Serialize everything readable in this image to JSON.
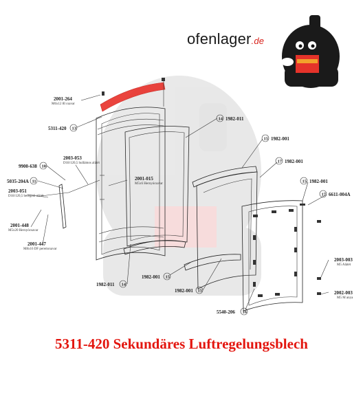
{
  "logo": {
    "name": "ofenlager",
    "suffix": ".de"
  },
  "caption": "5311-420 Sekundäres Luftregelungsblech",
  "parts": [
    {
      "code": "2001-264",
      "desc": "M6x12 8I csavar"
    },
    {
      "code": "5311-420",
      "callout": "13"
    },
    {
      "code": "9900-638",
      "callout": "10"
    },
    {
      "code": "5035-204A",
      "callout": "11"
    },
    {
      "code": "2003-051",
      "desc": "D18/120,5 betegető alátét"
    },
    {
      "code": "2001-448",
      "desc": "M5x20 Hernyócsavar"
    },
    {
      "code": "2001-447",
      "desc": "M8x16 DF peremcsavar"
    },
    {
      "code": "2003-053",
      "desc": "D18/120,5 hullámos alátét"
    },
    {
      "code": "2001-015",
      "desc": "M5x6 Hernyócsavar"
    },
    {
      "code": "1982-011",
      "callout": "14"
    },
    {
      "code": "1982-001",
      "callout": "15"
    },
    {
      "code": "1982-001",
      "callout": "17"
    },
    {
      "code": "1982-001",
      "callout": "15"
    },
    {
      "code": "6611-004A",
      "callout": "17"
    },
    {
      "code": "2003-003",
      "desc": "M5 Alátét"
    },
    {
      "code": "2002-003",
      "desc": "M5 M anya"
    },
    {
      "code": "1982-011",
      "callout": "14"
    },
    {
      "code": "1982-001",
      "callout": "15"
    },
    {
      "code": "1982-001",
      "callout": "15"
    },
    {
      "code": "5540-206",
      "callout": "16"
    }
  ]
}
